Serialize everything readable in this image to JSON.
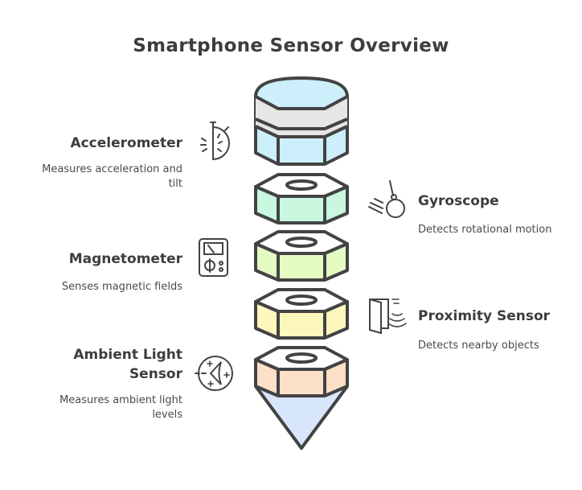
{
  "title": "Smartphone Sensor Overview",
  "sensors": {
    "accelerometer": {
      "name": "Accelerometer",
      "desc_line1": "Measures acceleration and",
      "desc_line2": "tilt",
      "icon": "stopwatch-icon"
    },
    "gyroscope": {
      "name": "Gyroscope",
      "desc": "Detects rotational motion",
      "icon": "swinging-ball-icon"
    },
    "magnetometer": {
      "name": "Magnetometer",
      "desc": "Senses magnetic fields",
      "icon": "meter-device-icon"
    },
    "proximity": {
      "name": "Proximity Sensor",
      "desc": "Detects nearby objects",
      "icon": "door-signal-icon"
    },
    "ambient_light": {
      "name_line1": "Ambient Light",
      "name_line2": "Sensor",
      "desc_line1": "Measures ambient light",
      "desc_line2": "levels",
      "icon": "light-sensor-icon"
    }
  },
  "colors": {
    "stroke": "#434343",
    "cap": "#cdeffb",
    "band": "#e6e6e6",
    "nut_gyroscope": "#c9f7e0",
    "nut_magnetometer": "#e4fbc3",
    "nut_proximity": "#fdf6bd",
    "nut_ambient": "#fde0c8",
    "cone": "#d8e6fb",
    "top_face": "#dde9fb"
  }
}
